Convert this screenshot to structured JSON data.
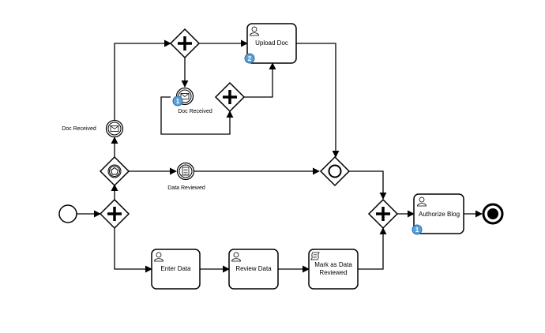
{
  "diagram": {
    "tasks": {
      "upload_doc": {
        "label": "Upload Doc",
        "badge": "2"
      },
      "authorize_blog": {
        "label": "Authorize Blog",
        "badge": "1"
      },
      "enter_data": {
        "label": "Enter Data"
      },
      "review_data": {
        "label": "Review Data"
      },
      "mark_reviewed": {
        "label_line1": "Mark as Data",
        "label_line2": "Reviewed"
      }
    },
    "events": {
      "doc_received_boundary": {
        "label": "Doc Received",
        "badge": "1"
      },
      "doc_received_catch": {
        "label": "Doc Received"
      },
      "data_reviewed_catch": {
        "label": "Data Reviewed"
      }
    }
  }
}
